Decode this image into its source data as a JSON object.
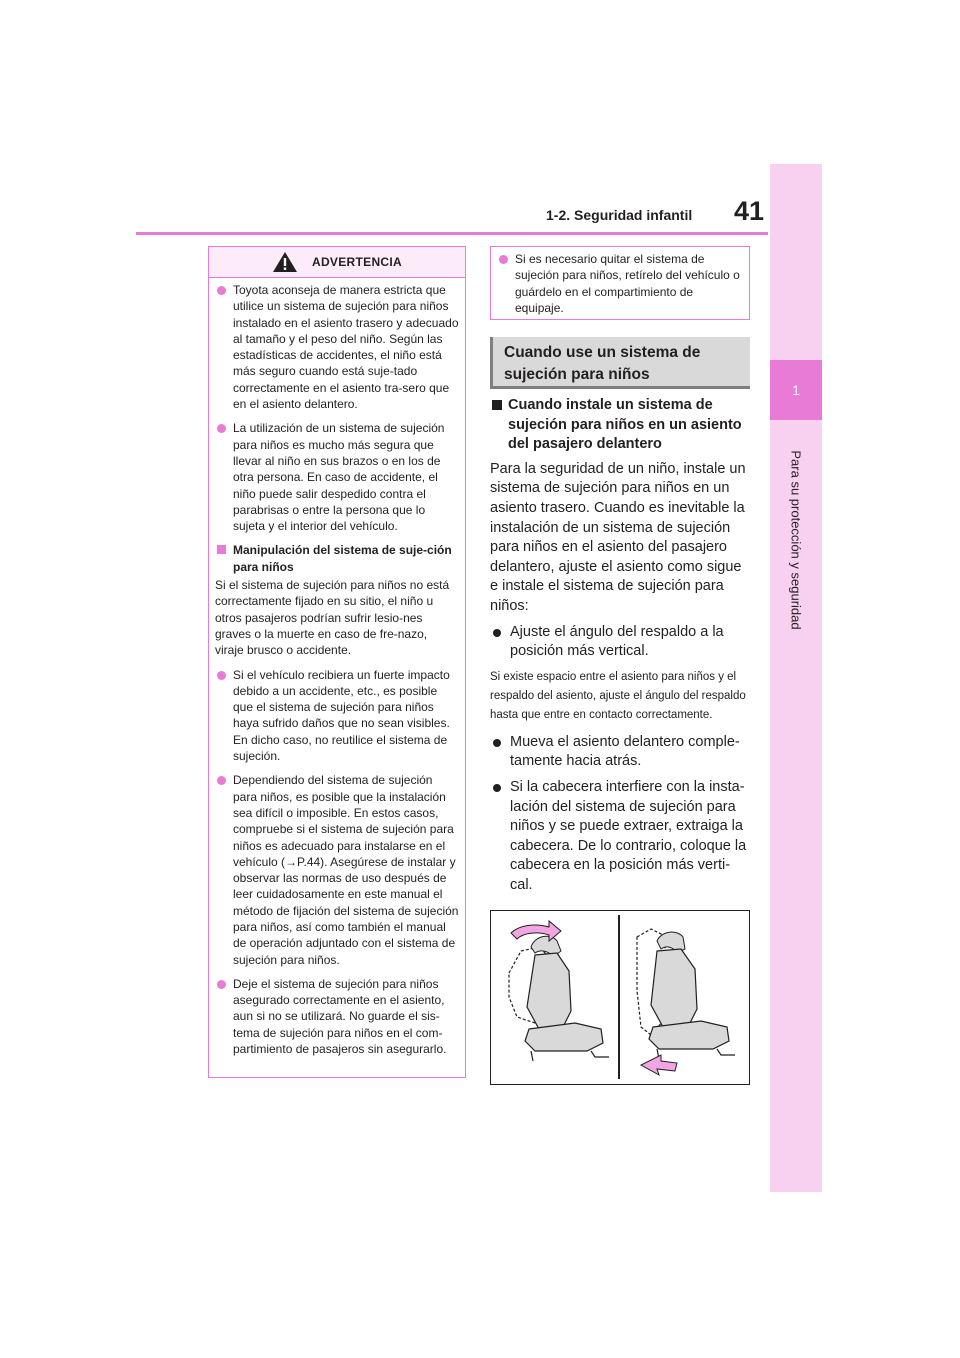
{
  "header": {
    "section": "1-2. Seguridad infantil",
    "page_number": "41"
  },
  "side_tab": {
    "number": "1",
    "text": "Para su protección y seguridad"
  },
  "warning": {
    "title": "ADVERTENCIA",
    "bullet1": "Toyota aconseja de manera estricta que utilice un sistema de sujeción para niños instalado en el asiento trasero y adecuado al tamaño y el peso del niño. Según las estadísticas de accidentes, el niño está más seguro cuando está suje-tado correctamente en el asiento tra-sero que en el asiento delantero.",
    "bullet2": "La utilización de un sistema de sujeción para niños es mucho más segura que llevar al niño en sus brazos o en los de otra persona. En caso de accidente, el niño puede salir despedido contra el parabrisas o entre la persona que lo sujeta y el interior del vehículo.",
    "subheading": "Manipulación del sistema de suje-ción para niños",
    "paragraph": "Si el sistema de sujeción para niños no está correctamente fijado en su sitio, el niño u otros pasajeros podrían sufrir lesio-nes graves o la muerte en caso de fre-nazo, viraje brusco o accidente.",
    "bullet3": "Si el vehículo recibiera un fuerte impacto debido a un accidente, etc., es posible que el sistema de sujeción para niños haya sufrido daños que no sean visibles. En dicho caso, no reutilice el sistema de sujeción.",
    "bullet4": "Dependiendo del sistema de sujeción para niños, es posible que la instalación sea difícil o imposible. En estos casos, compruebe si el sistema de sujeción para niños es adecuado para instalarse en el vehículo (→P.44). Asegúrese de instalar y observar las normas de uso después de leer cuidadosamente en este manual el método de fijación del sistema de sujeción para niños, así como también el manual de operación adjuntado con el sistema de sujeción para niños.",
    "bullet5": "Deje el sistema de sujeción para niños asegurado correctamente en el asiento, aun si no se utilizará. No guarde el sis-tema de sujeción para niños en el com-partimiento de pasajeros sin asegurarlo."
  },
  "warning_cont": {
    "bullet": "Si es necesario quitar el sistema de sujeción para niños, retírelo del vehículo o guárdelo en el compartimiento de equipaje."
  },
  "section": {
    "title": "Cuando use un sistema de sujeción para niños",
    "subheading": "Cuando instale un sistema de sujeción para niños en un asiento del pasajero delantero",
    "paragraph": "Para la seguridad de un niño, instale un sistema de sujeción para niños en un asiento trasero. Cuando es inevitable la instalación de un sistema de sujeción para niños en el asiento del pasajero delantero, ajuste el asiento como sigue e instale el sistema de sujeción para niños:",
    "item1": "Ajuste el ángulo del respaldo a la posición más vertical.",
    "note1": "Si existe espacio entre el asiento para niños y el respaldo del asiento, ajuste el ángulo del respaldo hasta que entre en contacto correctamente.",
    "item2": "Mueva el asiento delantero comple-tamente hacia atrás.",
    "item3": "Si la cabecera interfiere con la insta-lación del sistema de sujeción para niños y se puede extraer, extraiga la cabecera. De lo contrario, coloque la cabecera en la posición más verti-cal."
  },
  "colors": {
    "accent": "#e77bd6",
    "tab_bg": "#f7d1ef",
    "section_bg": "#d9d9d9",
    "text": "#231f20"
  }
}
